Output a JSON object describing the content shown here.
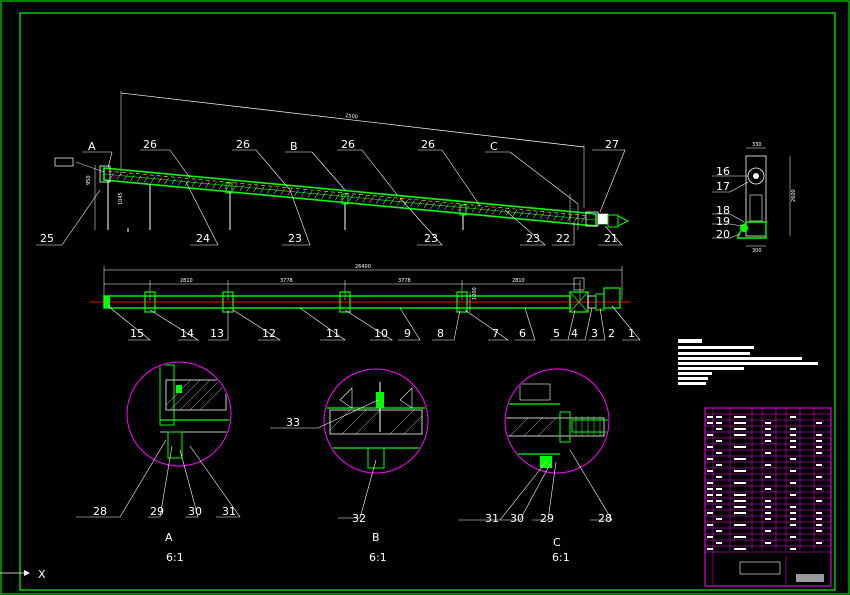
{
  "colors": {
    "background": "#000000",
    "frame": "#00ff00",
    "line": "#ffffff",
    "conveyor": "#00ff00",
    "axis": "#ff0000",
    "detail_circle": "#ff00ff",
    "table": "#ff00ff",
    "dashed": "#ffff00"
  },
  "view_labels": {
    "A": "A",
    "B": "B",
    "C": "C"
  },
  "parts": {
    "p1": "1",
    "p2": "2",
    "p3": "3",
    "p4": "4",
    "p5": "5",
    "p6": "6",
    "p7": "7",
    "p8": "8",
    "p9": "9",
    "p10": "10",
    "p11": "11",
    "p12": "12",
    "p13": "13",
    "p14": "14",
    "p15": "15",
    "p16": "16",
    "p17": "17",
    "p18": "18",
    "p19": "19",
    "p20": "20",
    "p21": "21",
    "p22": "22",
    "p23": "23",
    "p24": "24",
    "p25": "25",
    "p26": "26",
    "p27": "27",
    "p28": "28",
    "p29": "29",
    "p30": "30",
    "p31": "31",
    "p32": "32",
    "p33": "33"
  },
  "details": [
    {
      "letter": "A",
      "scale": "6:1"
    },
    {
      "letter": "B",
      "scale": "6:1"
    },
    {
      "letter": "C",
      "scale": "6:1"
    }
  ],
  "axis_marker": "X",
  "dims": {
    "overall_length": "26400",
    "segment_1": "2810",
    "segment_2": "3778",
    "segment_3": "3778",
    "segment_4": "2810"
  }
}
